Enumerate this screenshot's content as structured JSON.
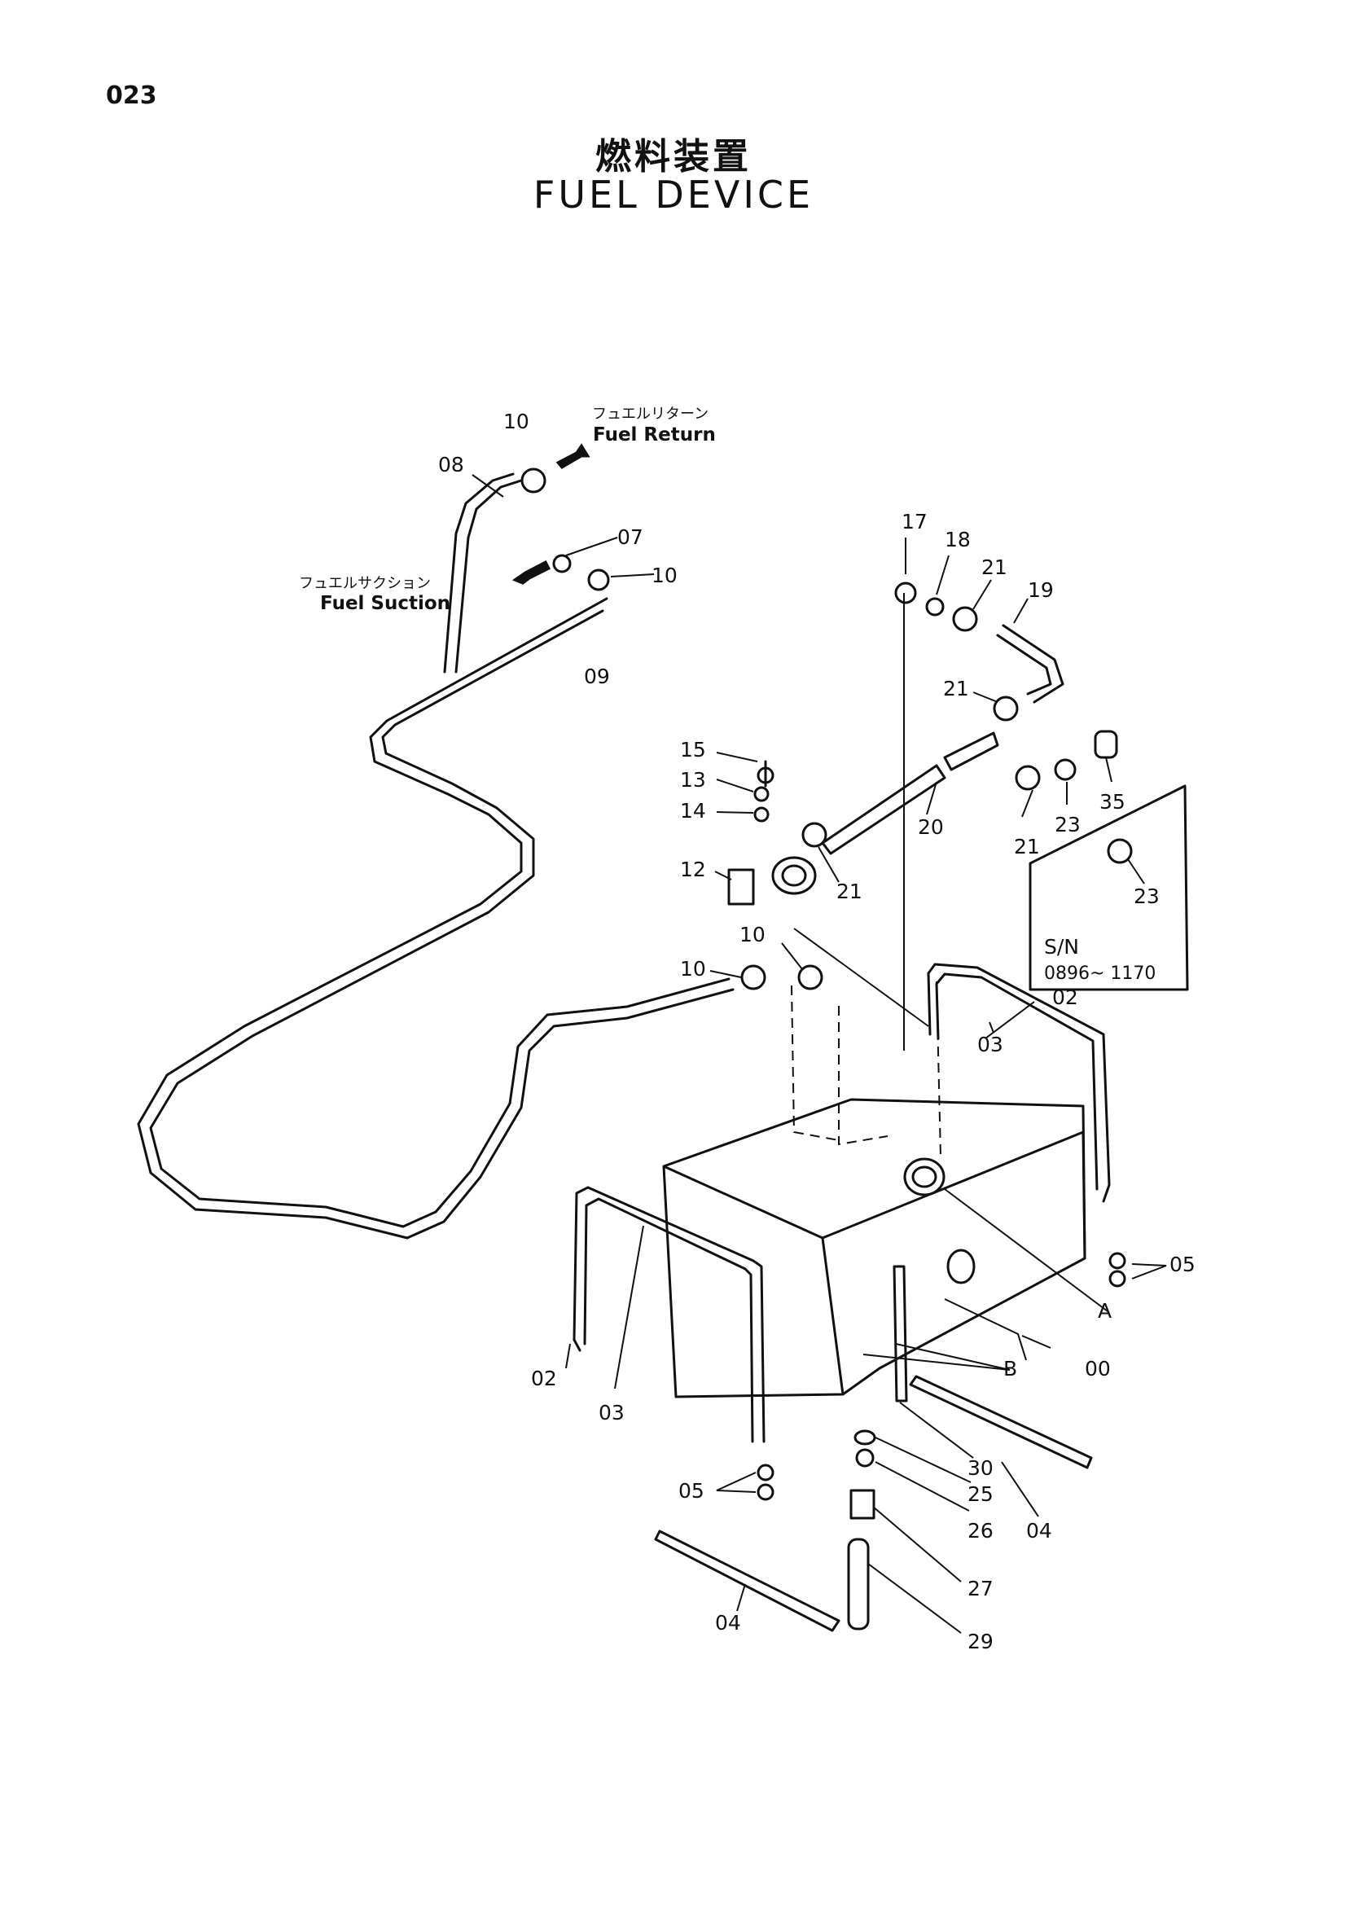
{
  "page_number": "023",
  "title_jp": "燃料装置",
  "title_en": "FUEL DEVICE",
  "notes": {
    "fuel_return_jp": "フュエルリターン",
    "fuel_return_en": "Fuel Return",
    "fuel_suction_jp": "フュエルサクション",
    "fuel_suction_en": "Fuel Suction"
  },
  "serial_box": {
    "label": "S/N",
    "range": "0896~ 1170"
  },
  "part_labels": [
    "10",
    "08",
    "07",
    "10",
    "09",
    "17",
    "18",
    "21",
    "19",
    "21",
    "15",
    "13",
    "14",
    "12",
    "21",
    "20",
    "21",
    "23",
    "35",
    "23",
    "10",
    "10",
    "02",
    "03",
    "05",
    "A",
    "B",
    "00",
    "02",
    "03",
    "05",
    "30",
    "25",
    "26",
    "04",
    "27",
    "04",
    "29"
  ]
}
